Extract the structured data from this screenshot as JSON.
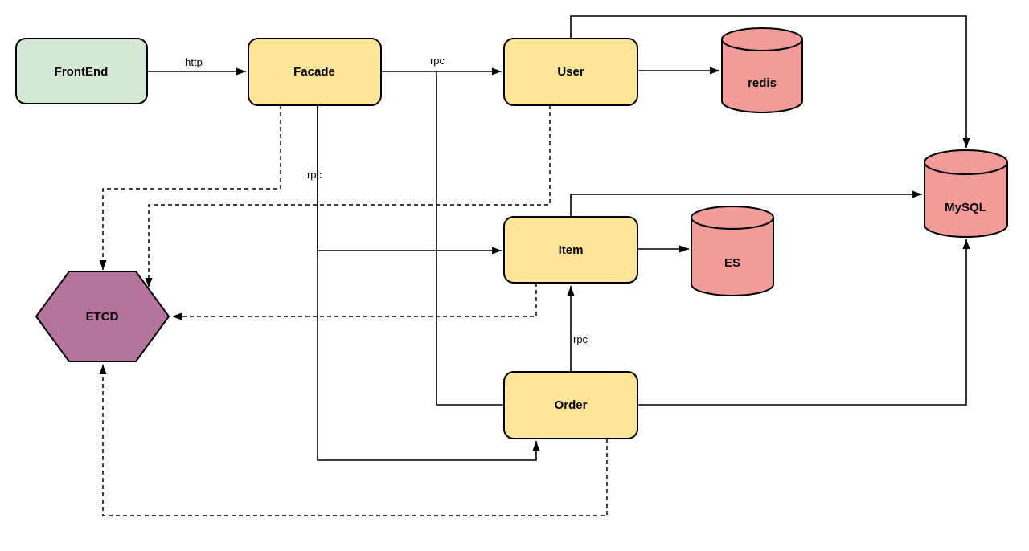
{
  "diagram": {
    "type": "microservice-architecture-diagram",
    "background": "#ffffff",
    "stroke_color": "#000000",
    "nodes": {
      "frontend": {
        "label": "FrontEnd",
        "shape": "rounded-rectangle",
        "fill": "#d5e8d4"
      },
      "facade": {
        "label": "Facade",
        "shape": "rounded-rectangle",
        "fill": "#ffe599"
      },
      "user": {
        "label": "User",
        "shape": "rounded-rectangle",
        "fill": "#ffe599"
      },
      "item": {
        "label": "Item",
        "shape": "rounded-rectangle",
        "fill": "#ffe599"
      },
      "order": {
        "label": "Order",
        "shape": "rounded-rectangle",
        "fill": "#ffe599"
      },
      "redis": {
        "label": "redis",
        "shape": "cylinder",
        "fill": "#f19c99"
      },
      "es": {
        "label": "ES",
        "shape": "cylinder",
        "fill": "#f19c99"
      },
      "mysql": {
        "label": "MySQL",
        "shape": "cylinder",
        "fill": "#f19c99"
      },
      "etcd": {
        "label": "ETCD",
        "shape": "hexagon",
        "fill": "#b5739d"
      }
    },
    "edges": {
      "frontend_facade": {
        "from": "FrontEnd",
        "to": "Facade",
        "label": "http",
        "style": "solid",
        "arrow": true
      },
      "facade_user": {
        "from": "Facade",
        "to": "User",
        "label": "rpc",
        "style": "solid",
        "arrow": true
      },
      "facade_item": {
        "from": "Facade",
        "to": "Item",
        "label": "rpc",
        "style": "solid",
        "arrow": true
      },
      "facade_order": {
        "from": "Facade",
        "to": "Order",
        "label": "",
        "style": "solid",
        "arrow": true
      },
      "order_left_link": {
        "from": "Order",
        "to": "Facade-User edge",
        "label": "",
        "style": "solid",
        "arrow": false
      },
      "user_redis": {
        "from": "User",
        "to": "redis",
        "label": "",
        "style": "solid",
        "arrow": true
      },
      "user_mysql": {
        "from": "User",
        "to": "MySQL",
        "label": "",
        "style": "solid",
        "arrow": true
      },
      "item_es": {
        "from": "Item",
        "to": "ES",
        "label": "",
        "style": "solid",
        "arrow": true
      },
      "item_mysql": {
        "from": "Item",
        "to": "MySQL",
        "label": "",
        "style": "solid",
        "arrow": true
      },
      "order_item": {
        "from": "Order",
        "to": "Item",
        "label": "rpc",
        "style": "solid",
        "arrow": true
      },
      "order_mysql": {
        "from": "Order",
        "to": "MySQL",
        "label": "",
        "style": "solid",
        "arrow": true
      },
      "facade_etcd": {
        "from": "Facade",
        "to": "ETCD",
        "label": "",
        "style": "dashed",
        "arrow": true
      },
      "user_etcd": {
        "from": "User",
        "to": "ETCD",
        "label": "",
        "style": "dashed",
        "arrow": true
      },
      "item_etcd": {
        "from": "Item",
        "to": "ETCD",
        "label": "",
        "style": "dashed",
        "arrow": true
      },
      "order_etcd": {
        "from": "Order",
        "to": "ETCD",
        "label": "",
        "style": "dashed",
        "arrow": true
      }
    }
  }
}
